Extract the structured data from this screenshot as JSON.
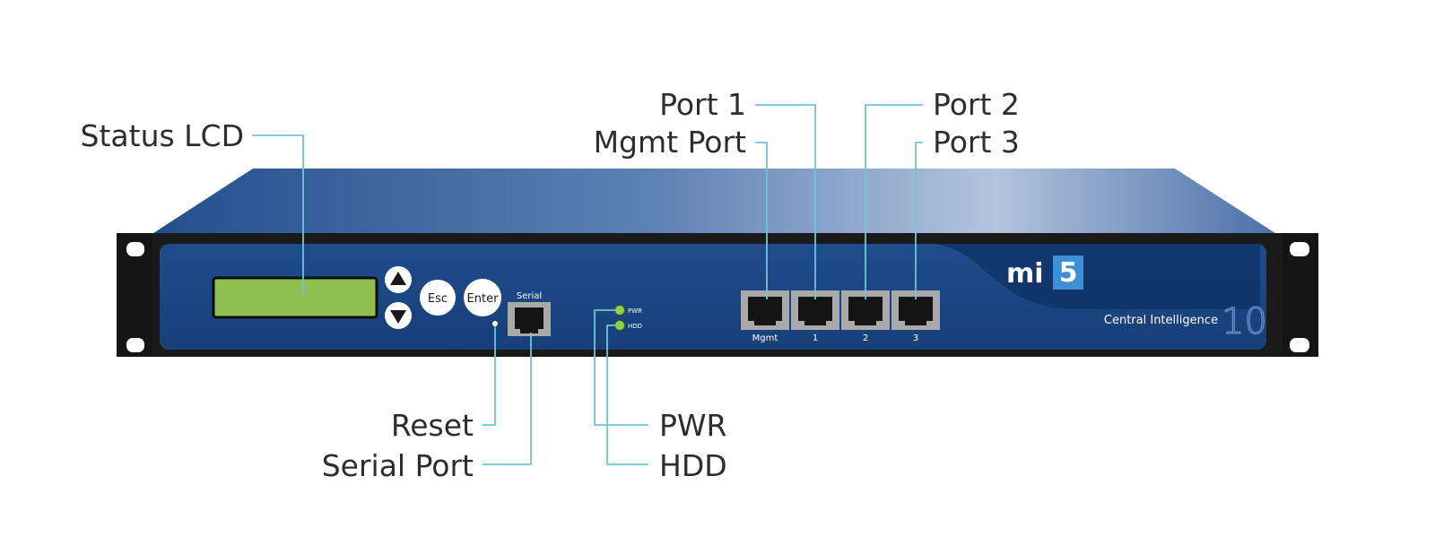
{
  "callouts": {
    "status_lcd": "Status LCD",
    "port1": "Port 1",
    "mgmt_port": "Mgmt Port",
    "port2": "Port 2",
    "port3": "Port 3",
    "reset": "Reset",
    "serial_port": "Serial Port",
    "pwr": "PWR",
    "hdd": "HDD"
  },
  "device": {
    "buttons": {
      "esc": "Esc",
      "enter": "Enter"
    },
    "serial_label": "Serial",
    "led_labels": {
      "pwr": "PWR",
      "hdd": "HDD"
    },
    "port_labels": {
      "mgmt": "Mgmt",
      "p1": "1",
      "p2": "2",
      "p3": "3"
    },
    "logo": {
      "mi": "mi",
      "five": "5"
    },
    "product_name": "Central Intelligence",
    "model_number": "10"
  },
  "colors": {
    "chassis_blue": "#1e4a86",
    "lcd_green": "#8dc04f",
    "leader_line": "#6fc5d6",
    "led_green": "#8fd14f"
  },
  "icons": {
    "up": "up-arrow-icon",
    "down": "down-arrow-icon"
  }
}
